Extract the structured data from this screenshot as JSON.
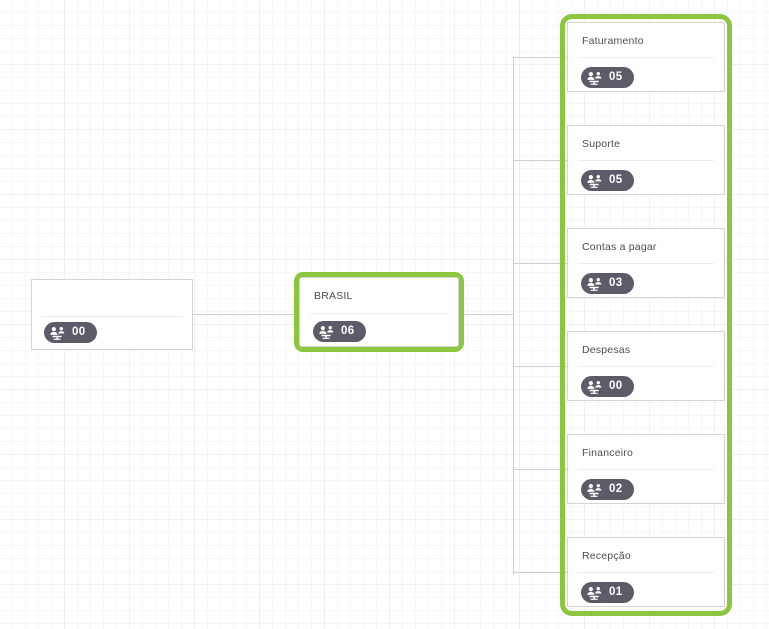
{
  "diagram": {
    "type": "org-chart",
    "title": "",
    "background": "grid-paper",
    "accent_color": "#8cc63f",
    "badge_color": "#5c5c68",
    "node_border_color": "#d4d4d4",
    "connector_color": "#cfcfcf",
    "badge_icon": "group-users-icon"
  },
  "root": {
    "label": "",
    "count": "00",
    "selected": false
  },
  "branch": {
    "label": "BRASIL",
    "count": "06",
    "selected": true
  },
  "departments": [
    {
      "label": "Faturamento",
      "count": "05"
    },
    {
      "label": "Suporte",
      "count": "05"
    },
    {
      "label": "Contas a pagar",
      "count": "03"
    },
    {
      "label": "Despesas",
      "count": "00"
    },
    {
      "label": "Financeiro",
      "count": "02"
    },
    {
      "label": "Recepção",
      "count": "01"
    }
  ]
}
